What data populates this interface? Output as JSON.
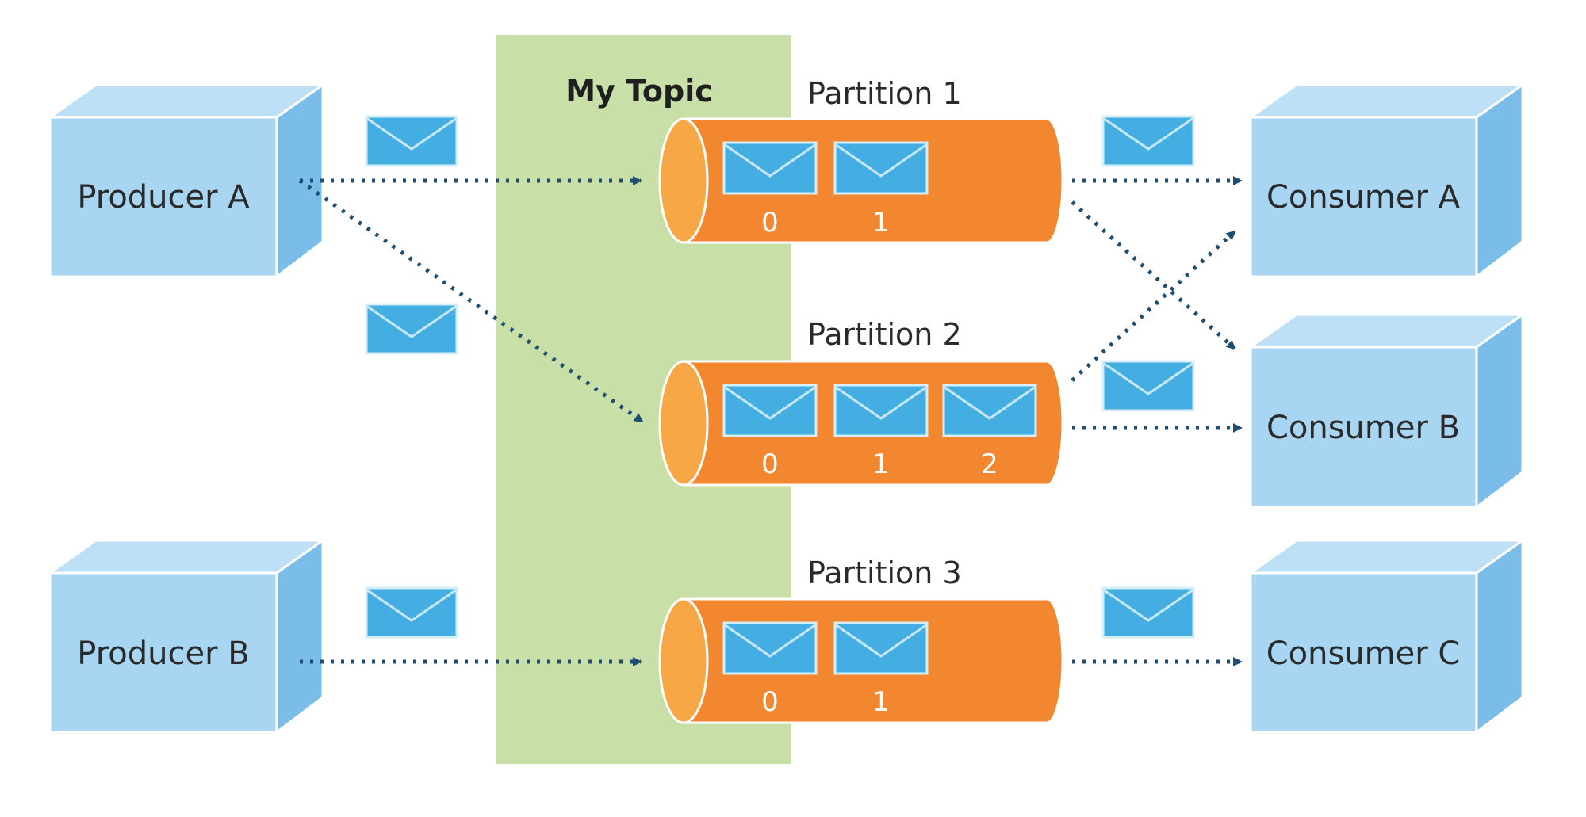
{
  "topic": {
    "label": "My Topic"
  },
  "producers": [
    {
      "label": "Producer A"
    },
    {
      "label": "Producer B"
    }
  ],
  "consumers": [
    {
      "label": "Consumer A"
    },
    {
      "label": "Consumer B"
    },
    {
      "label": "Consumer C"
    }
  ],
  "partitions": [
    {
      "label": "Partition 1",
      "offsets": [
        "0",
        "1"
      ]
    },
    {
      "label": "Partition 2",
      "offsets": [
        "0",
        "1",
        "2"
      ]
    },
    {
      "label": "Partition 3",
      "offsets": [
        "0",
        "1"
      ]
    }
  ],
  "colors": {
    "topic_panel": "#c8dfa8",
    "partition_body": "#f3872f",
    "partition_cap": "#f8a746",
    "box_front": "#a8d5f2",
    "box_top": "#bde0f6",
    "box_side": "#79bde8",
    "envelope": "#44aee3",
    "arrow": "#1f4e72"
  }
}
